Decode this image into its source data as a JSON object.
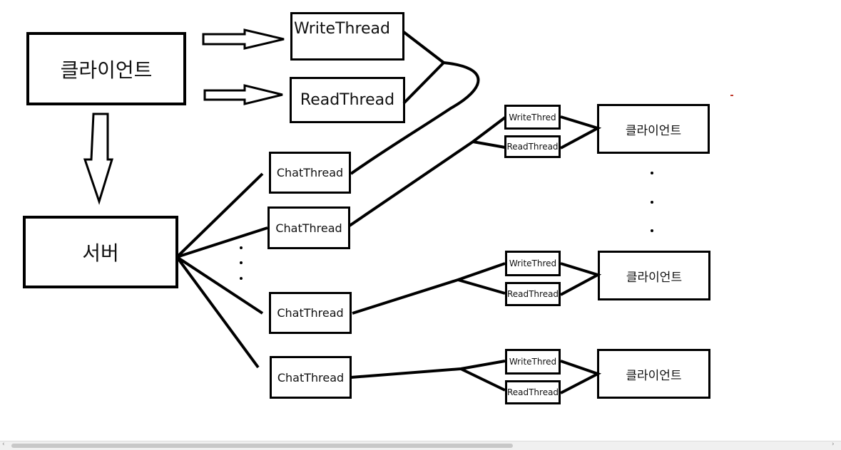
{
  "labels": {
    "client_main": "클라이언트",
    "write_thread_main": "WriteThread",
    "read_thread_main": "ReadThread",
    "server": "서버",
    "chat_thread": "ChatThread",
    "write_thred": "WriteThred",
    "read_thred": "ReadThread",
    "client": "클라이언트"
  },
  "scrollbar": {
    "left_arrow": "‹",
    "right_arrow": "›"
  },
  "colors": {
    "stroke": "#000000",
    "background": "#ffffff",
    "accent_tick": "#c0392b"
  }
}
